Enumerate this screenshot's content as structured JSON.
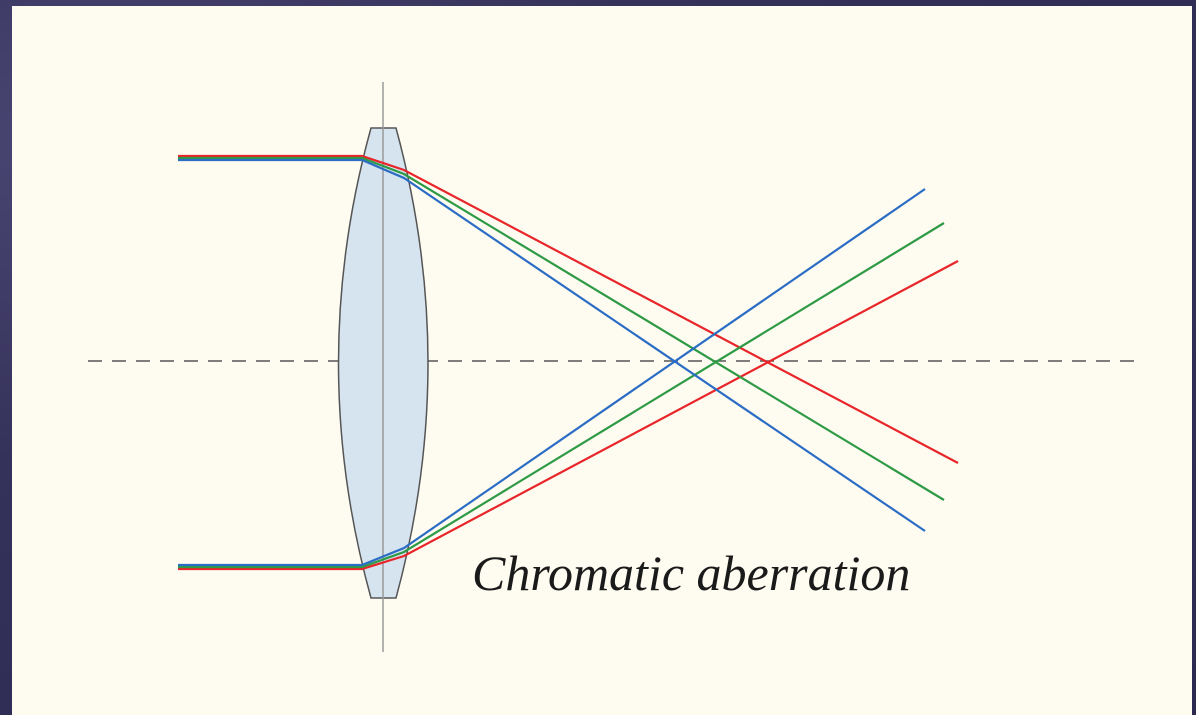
{
  "caption": "Chromatic aberration",
  "colors": {
    "background": "#3d3a64",
    "panel": "#fefcf0",
    "lens_fill": "#d6e4f0",
    "lens_stroke": "#555555",
    "axis": "#555555",
    "lens_axis": "#999999",
    "red_ray": "#e8252a",
    "green_ray": "#2e9a45",
    "blue_ray": "#2b6cc4"
  },
  "rays": [
    {
      "name": "red",
      "color_key": "red_ray"
    },
    {
      "name": "green",
      "color_key": "green_ray"
    },
    {
      "name": "blue",
      "color_key": "blue_ray"
    }
  ]
}
